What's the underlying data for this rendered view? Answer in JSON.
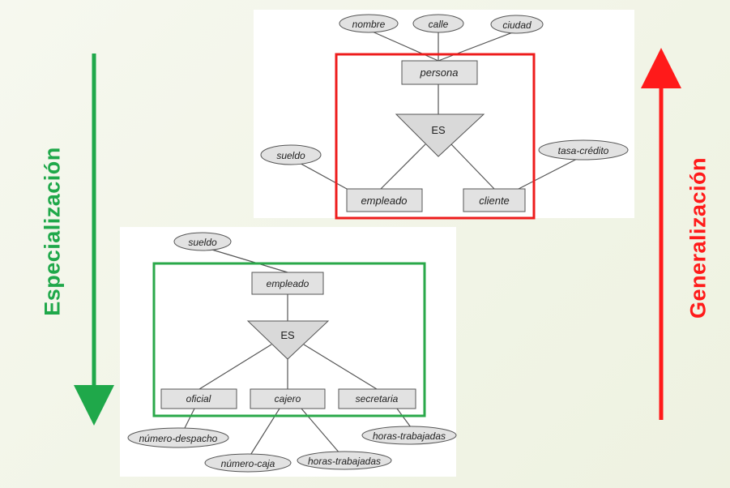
{
  "labels": {
    "specialization": "Especialización",
    "generalization": "Generalización"
  },
  "colors": {
    "specialization": "#1fa84a",
    "generalization": "#ff1a1a",
    "shape_fill": "#e2e2e2",
    "shape_stroke": "#555555"
  },
  "top_diagram": {
    "superclass": "persona",
    "superclass_attributes": [
      "nombre",
      "calle",
      "ciudad"
    ],
    "isa_label": "ES",
    "subclasses": [
      "empleado",
      "cliente"
    ],
    "subclass_attributes": {
      "empleado": "sueldo",
      "cliente": "tasa-crédito"
    }
  },
  "bottom_diagram": {
    "superclass": "empleado",
    "superclass_attribute": "sueldo",
    "isa_label": "ES",
    "subclasses": [
      "oficial",
      "cajero",
      "secretaria"
    ],
    "subclass_attributes": {
      "oficial": "número-despacho",
      "cajero_1": "número-caja",
      "cajero_2": "horas-trabajadas",
      "secretaria": "horas-trabajadas"
    }
  }
}
